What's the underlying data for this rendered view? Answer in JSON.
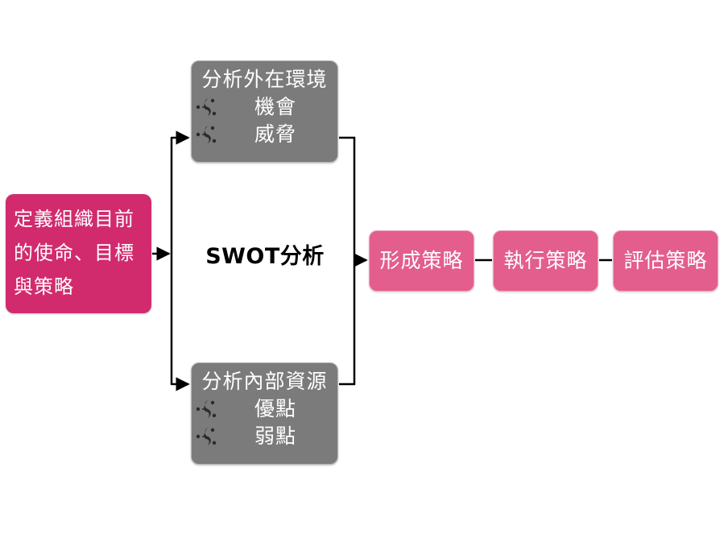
{
  "mission_box": {
    "lines": [
      "定義組織目前",
      "的使命、目標",
      "與策略"
    ]
  },
  "external_box": {
    "title": "分析外在環境",
    "items": [
      "機會",
      "威脅"
    ]
  },
  "internal_box": {
    "title": "分析內部資源",
    "items": [
      "優點",
      "弱點"
    ]
  },
  "center_label": "SWOT分析",
  "steps": [
    "形成策略",
    "執行策略",
    "評估策略"
  ],
  "colors": {
    "mission": "#d12b6e",
    "analysis_box": "#7b7b7b",
    "step_box": "#e35d8d",
    "bullet": "#2a2a2a",
    "connector": "#000000"
  },
  "icons": {
    "bullet": "ornament-bullet-icon",
    "arrowhead": "arrowhead-icon"
  }
}
